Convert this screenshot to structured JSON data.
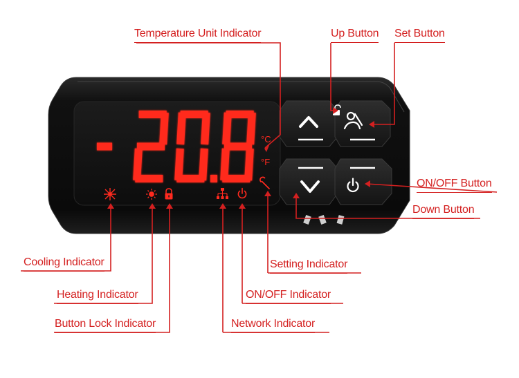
{
  "display": {
    "reading": "-20.8",
    "unit_celsius": "°C",
    "unit_fahrenheit": "°F"
  },
  "labels": {
    "temperature_unit_indicator": "Temperature Unit Indicator",
    "up_button": "Up Button",
    "set_button": "Set Button",
    "on_off_button": "ON/OFF Button",
    "down_button": "Down Button",
    "cooling_indicator": "Cooling Indicator",
    "setting_indicator": "Setting Indicator",
    "heating_indicator": "Heating Indicator",
    "on_off_indicator": "ON/OFF Indicator",
    "button_lock_indicator": "Button Lock Indicator",
    "network_indicator": "Network Indicator"
  },
  "icons": {
    "cooling": "snowflake-icon",
    "heating": "sun-icon",
    "button_lock": "padlock-icon",
    "network": "network-icon",
    "on_off": "power-icon",
    "setting": "wrench-icon",
    "up_button": "chevron-up-icon",
    "set_button": "lock-unlock-icon",
    "down_button": "chevron-down-icon",
    "on_off_button": "power-icon"
  },
  "colors": {
    "accent": "#d42020",
    "segment_on": "#ff2a1f",
    "bezel": "#0c0c0c",
    "screen": "#141414"
  }
}
